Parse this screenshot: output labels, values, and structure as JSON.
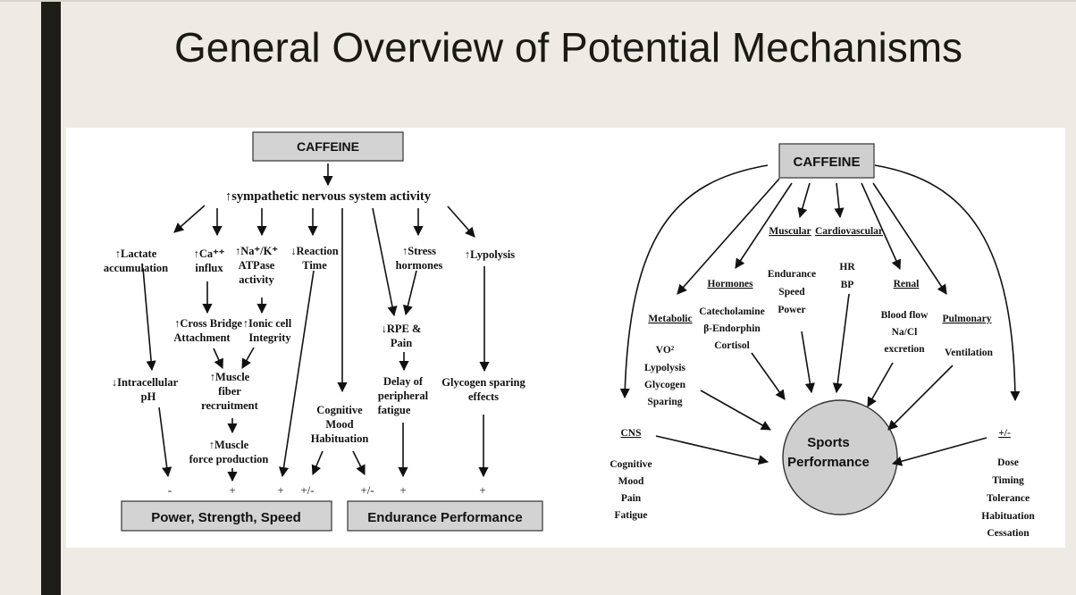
{
  "slide": {
    "title": "General Overview of Potential Mechanisms"
  },
  "left_diagram": {
    "caffeine": "CAFFEINE",
    "sns": "↑sympathetic nervous system activity",
    "lactate": [
      "↑Lactate",
      "accumulation"
    ],
    "ca": [
      "↑Ca⁺⁺",
      "influx"
    ],
    "nak": [
      "↑Na⁺/K⁺",
      "ATPase",
      "activity"
    ],
    "reaction": [
      "↓Reaction",
      "Time"
    ],
    "stress": [
      "↑Stress",
      "hormones"
    ],
    "lipolysis": "↑Lypolysis",
    "cross_bridge": [
      "↑Cross Bridge",
      "Attachment"
    ],
    "ionic": [
      "↑Ionic cell",
      "Integrity"
    ],
    "rpe": [
      "↓RPE &",
      "Pain"
    ],
    "intracellular": [
      "↓Intracellular",
      "pH"
    ],
    "muscle_fiber": [
      "↑Muscle",
      "fiber",
      "recruitment"
    ],
    "delay": [
      "Delay of",
      "peripheral",
      "fatigue"
    ],
    "glycogen": [
      "Glycogen sparing",
      "effects"
    ],
    "cognitive": [
      "Cognitive",
      "Mood",
      "Habituation"
    ],
    "muscle_force": [
      "↑Muscle",
      "force production"
    ],
    "signs": [
      "-",
      "+",
      "+",
      "+/-",
      "+/-",
      "+",
      "+"
    ],
    "power_box": "Power, Strength, Speed",
    "endurance_box": "Endurance Performance"
  },
  "right_diagram": {
    "caffeine": "CAFFEINE",
    "muscular": "Muscular",
    "cardiovascular": "Cardiovascular",
    "hormones": "Hormones",
    "renal": "Renal",
    "metabolic": "Metabolic",
    "pulmonary": "Pulmonary",
    "hormones_items": [
      "Catecholamine",
      "β-Endorphin",
      "Cortisol"
    ],
    "muscular_items": [
      "Endurance",
      "Speed",
      "Power"
    ],
    "cardio_items": [
      "HR",
      "BP"
    ],
    "renal_items": [
      "Blood flow",
      "Na/Cl",
      "excretion"
    ],
    "pulmonary_items": [
      "Ventilation"
    ],
    "metabolic_items": [
      "VO²",
      "Lypolysis",
      "Glycogen",
      "Sparing"
    ],
    "cns": "CNS",
    "cns_items": [
      "Cognitive",
      "Mood",
      "Pain",
      "Fatigue"
    ],
    "plusminus": "+/-",
    "plusminus_items": [
      "Dose",
      "Timing",
      "Tolerance",
      "Habituation",
      "Cessation"
    ],
    "sports": [
      "Sports",
      "Performance"
    ]
  },
  "colors": {
    "background": "#edebe4",
    "left_bar": "#1d1e17",
    "box_fill": "#d3d3d3",
    "circle_fill": "#cfcfcf"
  }
}
